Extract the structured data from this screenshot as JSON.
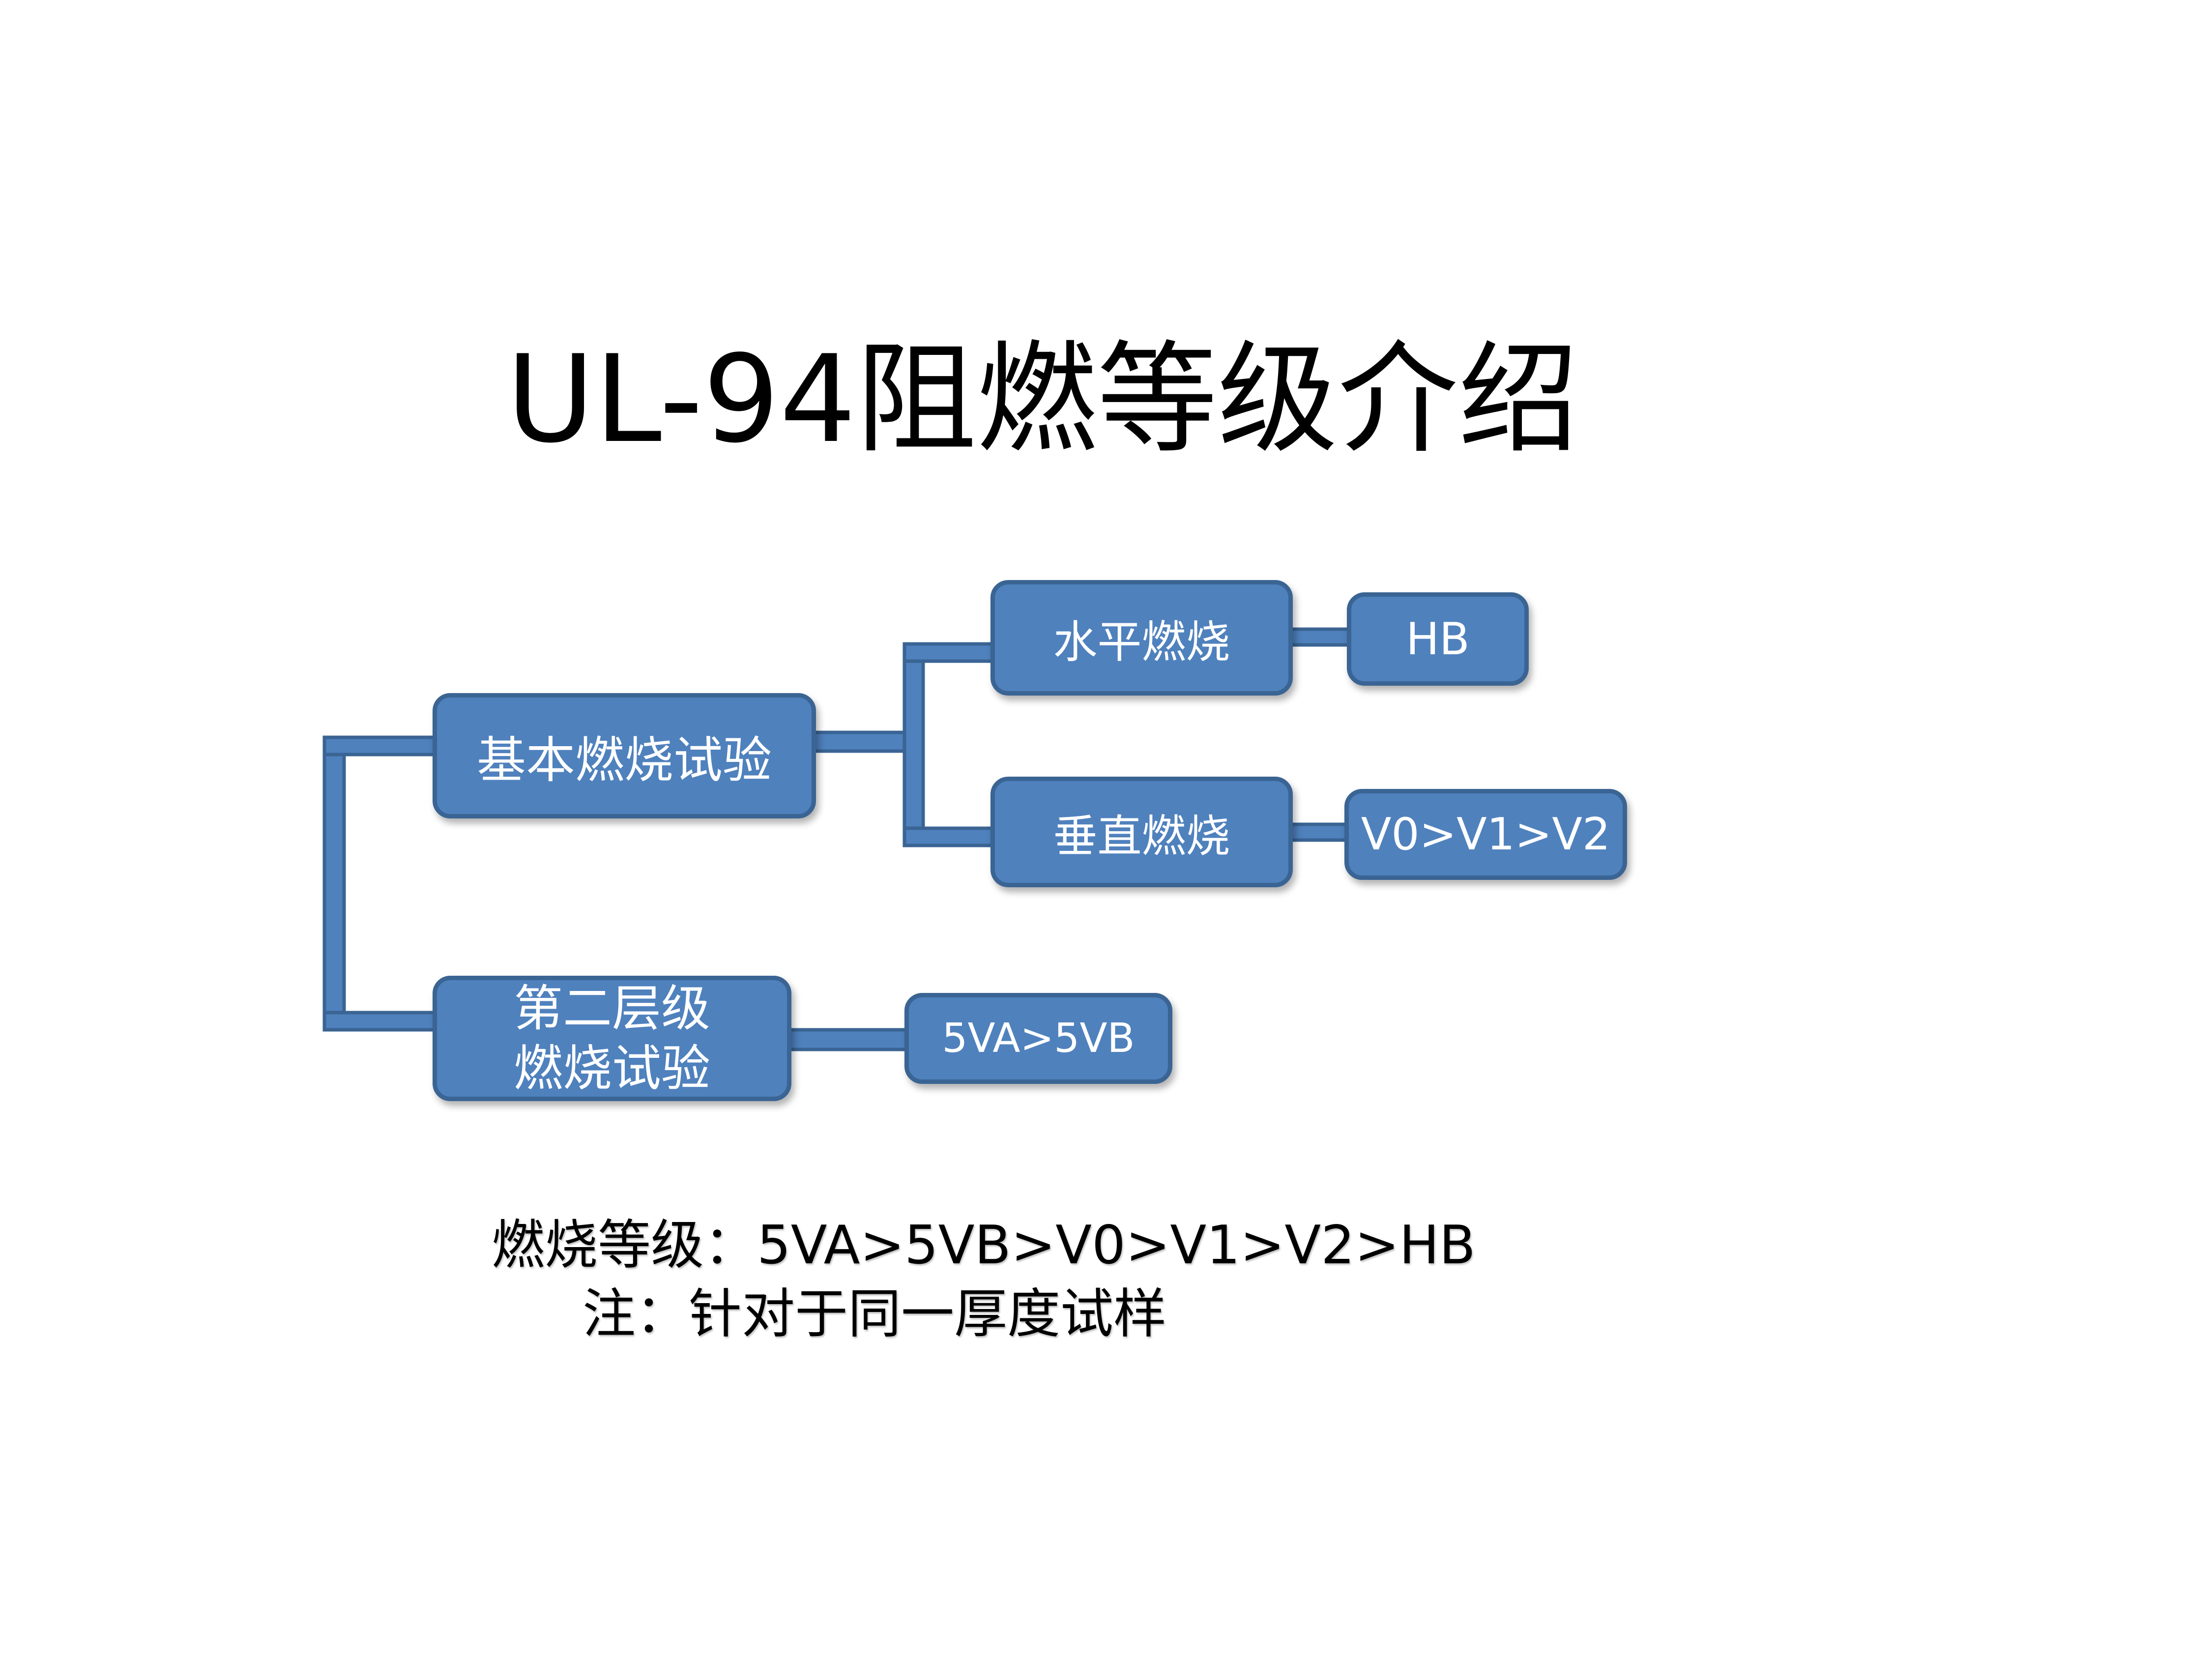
{
  "title": "UL-94阻燃等级介绍",
  "nodes": {
    "basic_test": "基本燃烧试验",
    "horizontal_burn": "水平燃烧",
    "vertical_burn": "垂直燃烧",
    "hb": "HB",
    "v_grades": "V0>V1>V2",
    "second_level_test": "第二层级\n燃烧试验",
    "5va_5vb": "5VA>5VB"
  },
  "footer": {
    "grades": "燃烧等级：5VA>5VB>V0>V1>V2>HB",
    "note": "注：针对于同一厚度试样"
  },
  "colors": {
    "node_fill": "#4f81bd",
    "node_border": "#3a6493",
    "text_on_node": "#ffffff"
  }
}
